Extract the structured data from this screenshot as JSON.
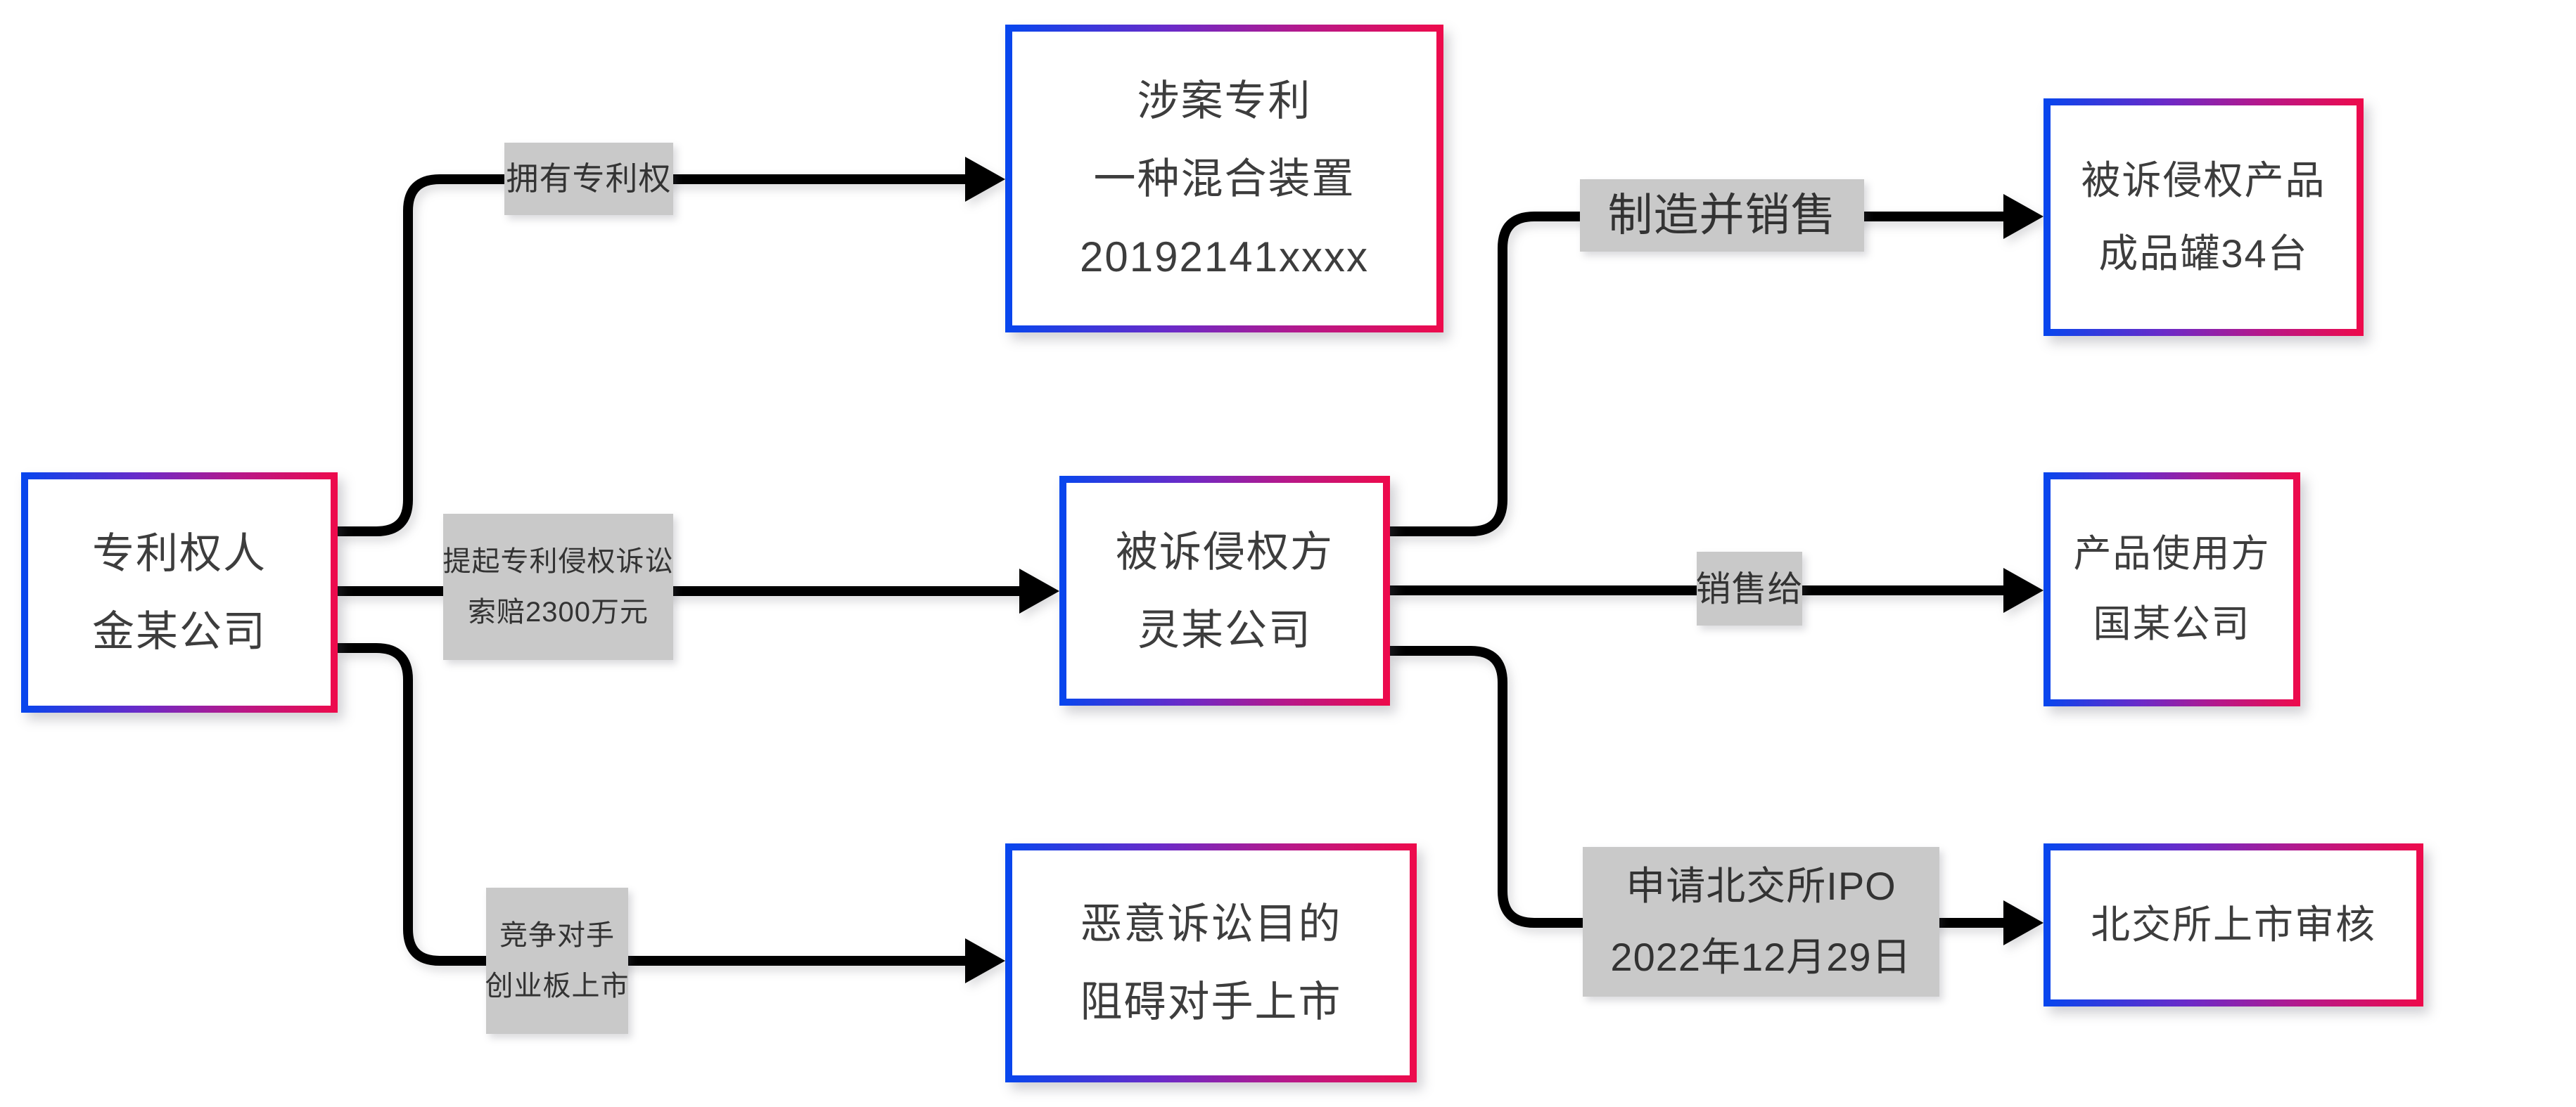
{
  "diagram": {
    "background_color": "#ffffff",
    "node_border_gradient": [
      "#0646ee",
      "#6b2ac8",
      "#b5188b",
      "#ee0a4b"
    ],
    "node_fill_color": "#ffffff",
    "node_text_color": "#3d3d3d",
    "edge_label_background": "#c9c9c9",
    "edge_label_text_color": "#333333",
    "connector_color": "#000000"
  },
  "nodes": {
    "patentee": {
      "lines": [
        "专利权人",
        "金某公司"
      ]
    },
    "patent": {
      "lines": [
        "涉案专利",
        "一种混合装置",
        "20192141xxxx"
      ]
    },
    "accused": {
      "lines": [
        "被诉侵权方",
        "灵某公司"
      ]
    },
    "malicious": {
      "lines": [
        "恶意诉讼目的",
        "阻碍对手上市"
      ]
    },
    "product": {
      "lines": [
        "被诉侵权产品",
        "成品罐34台"
      ]
    },
    "user": {
      "lines": [
        "产品使用方",
        "国某公司"
      ]
    },
    "review": {
      "lines": [
        "北交所上市审核"
      ]
    }
  },
  "edges": {
    "owns": {
      "from": "patentee",
      "to": "patent",
      "label_lines": [
        "拥有专利权"
      ]
    },
    "lawsuit": {
      "from": "patentee",
      "to": "accused",
      "label_lines": [
        "提起专利侵权诉讼",
        "索赔2300万元"
      ]
    },
    "competitor": {
      "from": "patentee",
      "to": "malicious",
      "label_lines": [
        "竞争对手",
        "创业板上市"
      ]
    },
    "manufacture": {
      "from": "accused",
      "to": "product",
      "label_lines": [
        "制造并销售"
      ]
    },
    "sell": {
      "from": "accused",
      "to": "user",
      "label_lines": [
        "销售给"
      ]
    },
    "ipo": {
      "from": "accused",
      "to": "review",
      "label_lines": [
        "申请北交所IPO",
        "2022年12月29日"
      ]
    }
  }
}
